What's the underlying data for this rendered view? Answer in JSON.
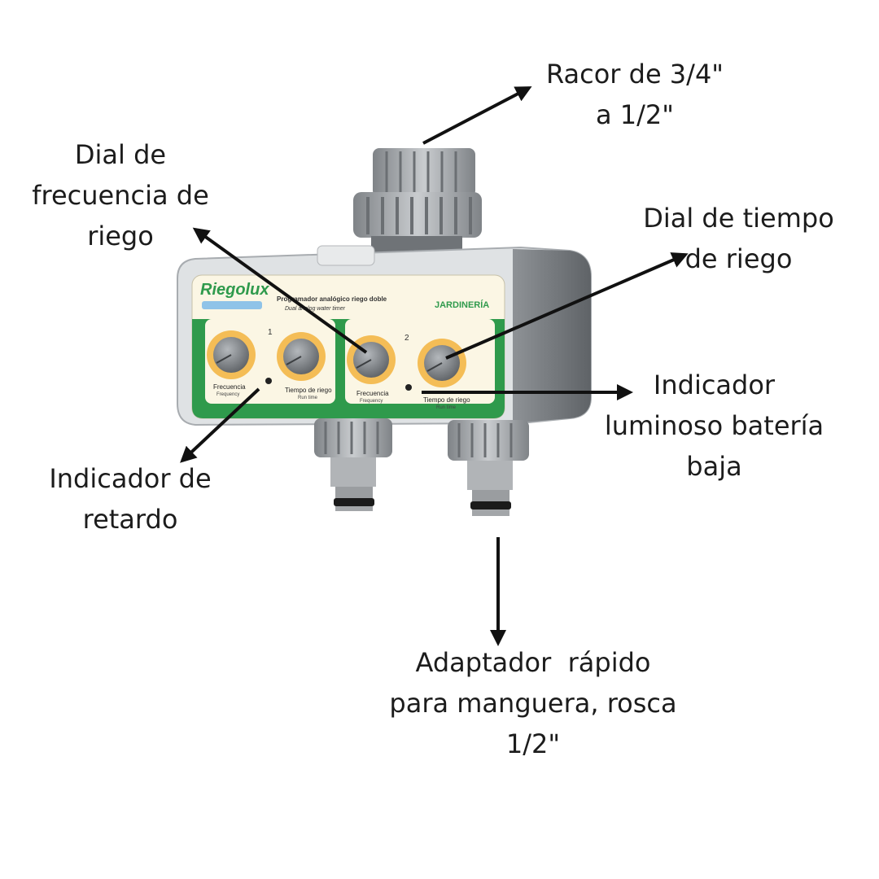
{
  "colors": {
    "background": "#ffffff",
    "text": "#1c1c1c",
    "arrow": "#111111",
    "body_gray": "#9ea2a6",
    "panel_cream": "#fbf6e4",
    "panel_green": "#2f9a4c",
    "dial_orange": "#f2b33d",
    "knob_gray": "#7d8185"
  },
  "annotations": {
    "racor": [
      "Racor de 3/4\"",
      "a 1/2\""
    ],
    "dial_frecuencia": [
      "Dial de",
      "frecuencia de",
      "riego"
    ],
    "dial_tiempo": [
      "Dial de tiempo",
      "de riego"
    ],
    "indicador_bateria": [
      "Indicador",
      "luminoso batería",
      "baja"
    ],
    "indicador_retardo": [
      "Indicador de",
      "retardo"
    ],
    "adaptador": [
      "Adaptador  rápido",
      "para manguera, rosca",
      "1/2\""
    ]
  },
  "device": {
    "brand": "Riegolux",
    "title": "Programador analógico riego doble",
    "subtitle": "Dual analog water timer",
    "badge": "JARDINERÍA",
    "channel_1": "1",
    "channel_2": "2",
    "freq_label": "Frecuencia",
    "freq_sub": "Frequency",
    "time_label": "Tiempo de riego",
    "time_sub": "Run time"
  }
}
